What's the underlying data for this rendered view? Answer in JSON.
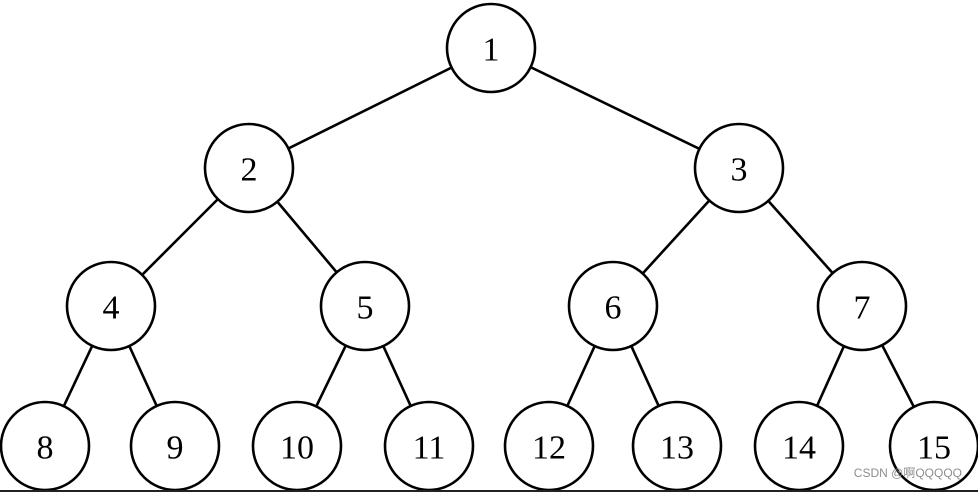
{
  "colors": {
    "stroke": "#000000",
    "node_fill": "#ffffff",
    "background": "#ffffff",
    "watermark": "#8e8e8e"
  },
  "tree": {
    "nodes": [
      {
        "id": 1,
        "label": "1"
      },
      {
        "id": 2,
        "label": "2"
      },
      {
        "id": 3,
        "label": "3"
      },
      {
        "id": 4,
        "label": "4"
      },
      {
        "id": 5,
        "label": "5"
      },
      {
        "id": 6,
        "label": "6"
      },
      {
        "id": 7,
        "label": "7"
      },
      {
        "id": 8,
        "label": "8"
      },
      {
        "id": 9,
        "label": "9"
      },
      {
        "id": 10,
        "label": "10"
      },
      {
        "id": 11,
        "label": "11"
      },
      {
        "id": 12,
        "label": "12"
      },
      {
        "id": 13,
        "label": "13"
      },
      {
        "id": 14,
        "label": "14"
      },
      {
        "id": 15,
        "label": "15"
      }
    ],
    "edges": [
      [
        1,
        2
      ],
      [
        1,
        3
      ],
      [
        2,
        4
      ],
      [
        2,
        5
      ],
      [
        3,
        6
      ],
      [
        3,
        7
      ],
      [
        4,
        8
      ],
      [
        4,
        9
      ],
      [
        5,
        10
      ],
      [
        5,
        11
      ],
      [
        6,
        12
      ],
      [
        6,
        13
      ],
      [
        7,
        14
      ],
      [
        7,
        15
      ]
    ]
  },
  "watermark": {
    "text": "CSDN @啊QQQQQ"
  }
}
